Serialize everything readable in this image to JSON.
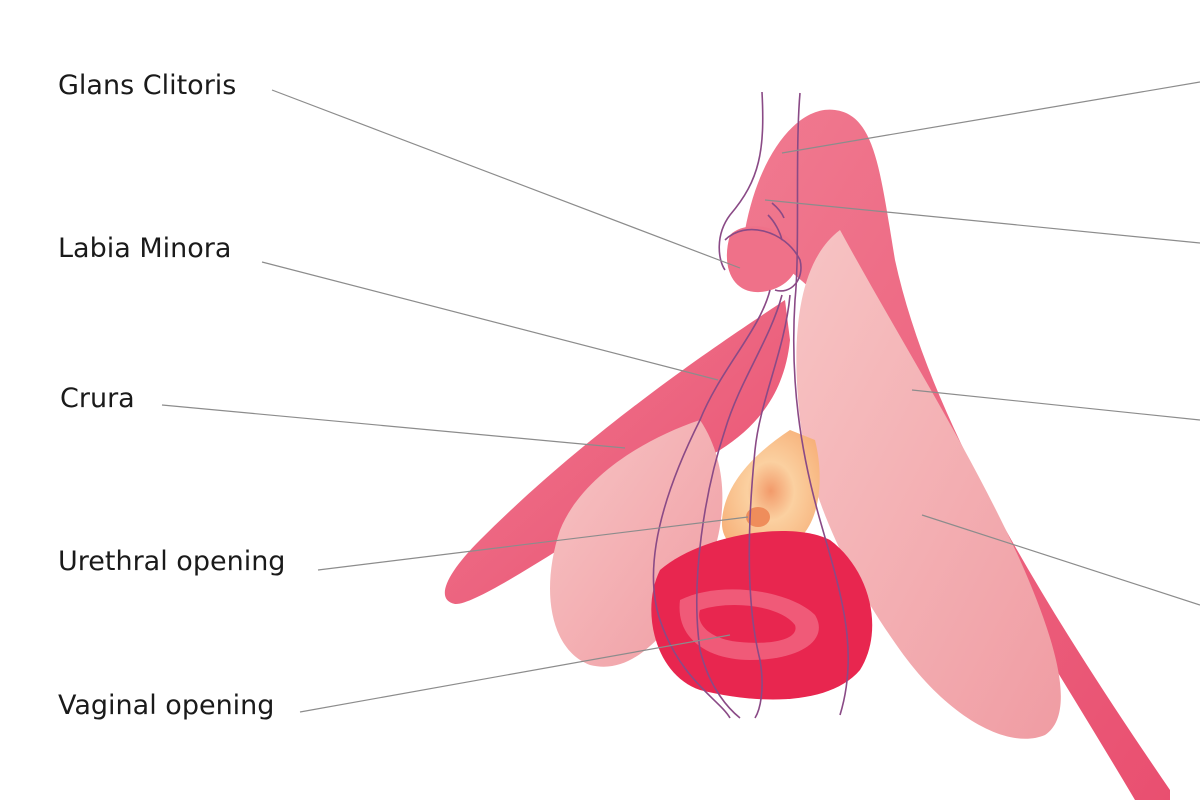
{
  "labels": [
    {
      "id": "glans",
      "text": "Glans Clitoris"
    },
    {
      "id": "labia",
      "text": "Labia Minora"
    },
    {
      "id": "crura",
      "text": "Crura"
    },
    {
      "id": "urethral",
      "text": "Urethral opening"
    },
    {
      "id": "vaginal",
      "text": "Vaginal opening"
    }
  ],
  "colors": {
    "crus": "#ec5f7c",
    "bulb": "#f5aeb0",
    "glans": "#ef7189",
    "urethra": "#f9c07f",
    "vaginal": "#e8264f",
    "nerve_lines": "#8a4a86",
    "leader_lines": "#8c8c8c"
  }
}
